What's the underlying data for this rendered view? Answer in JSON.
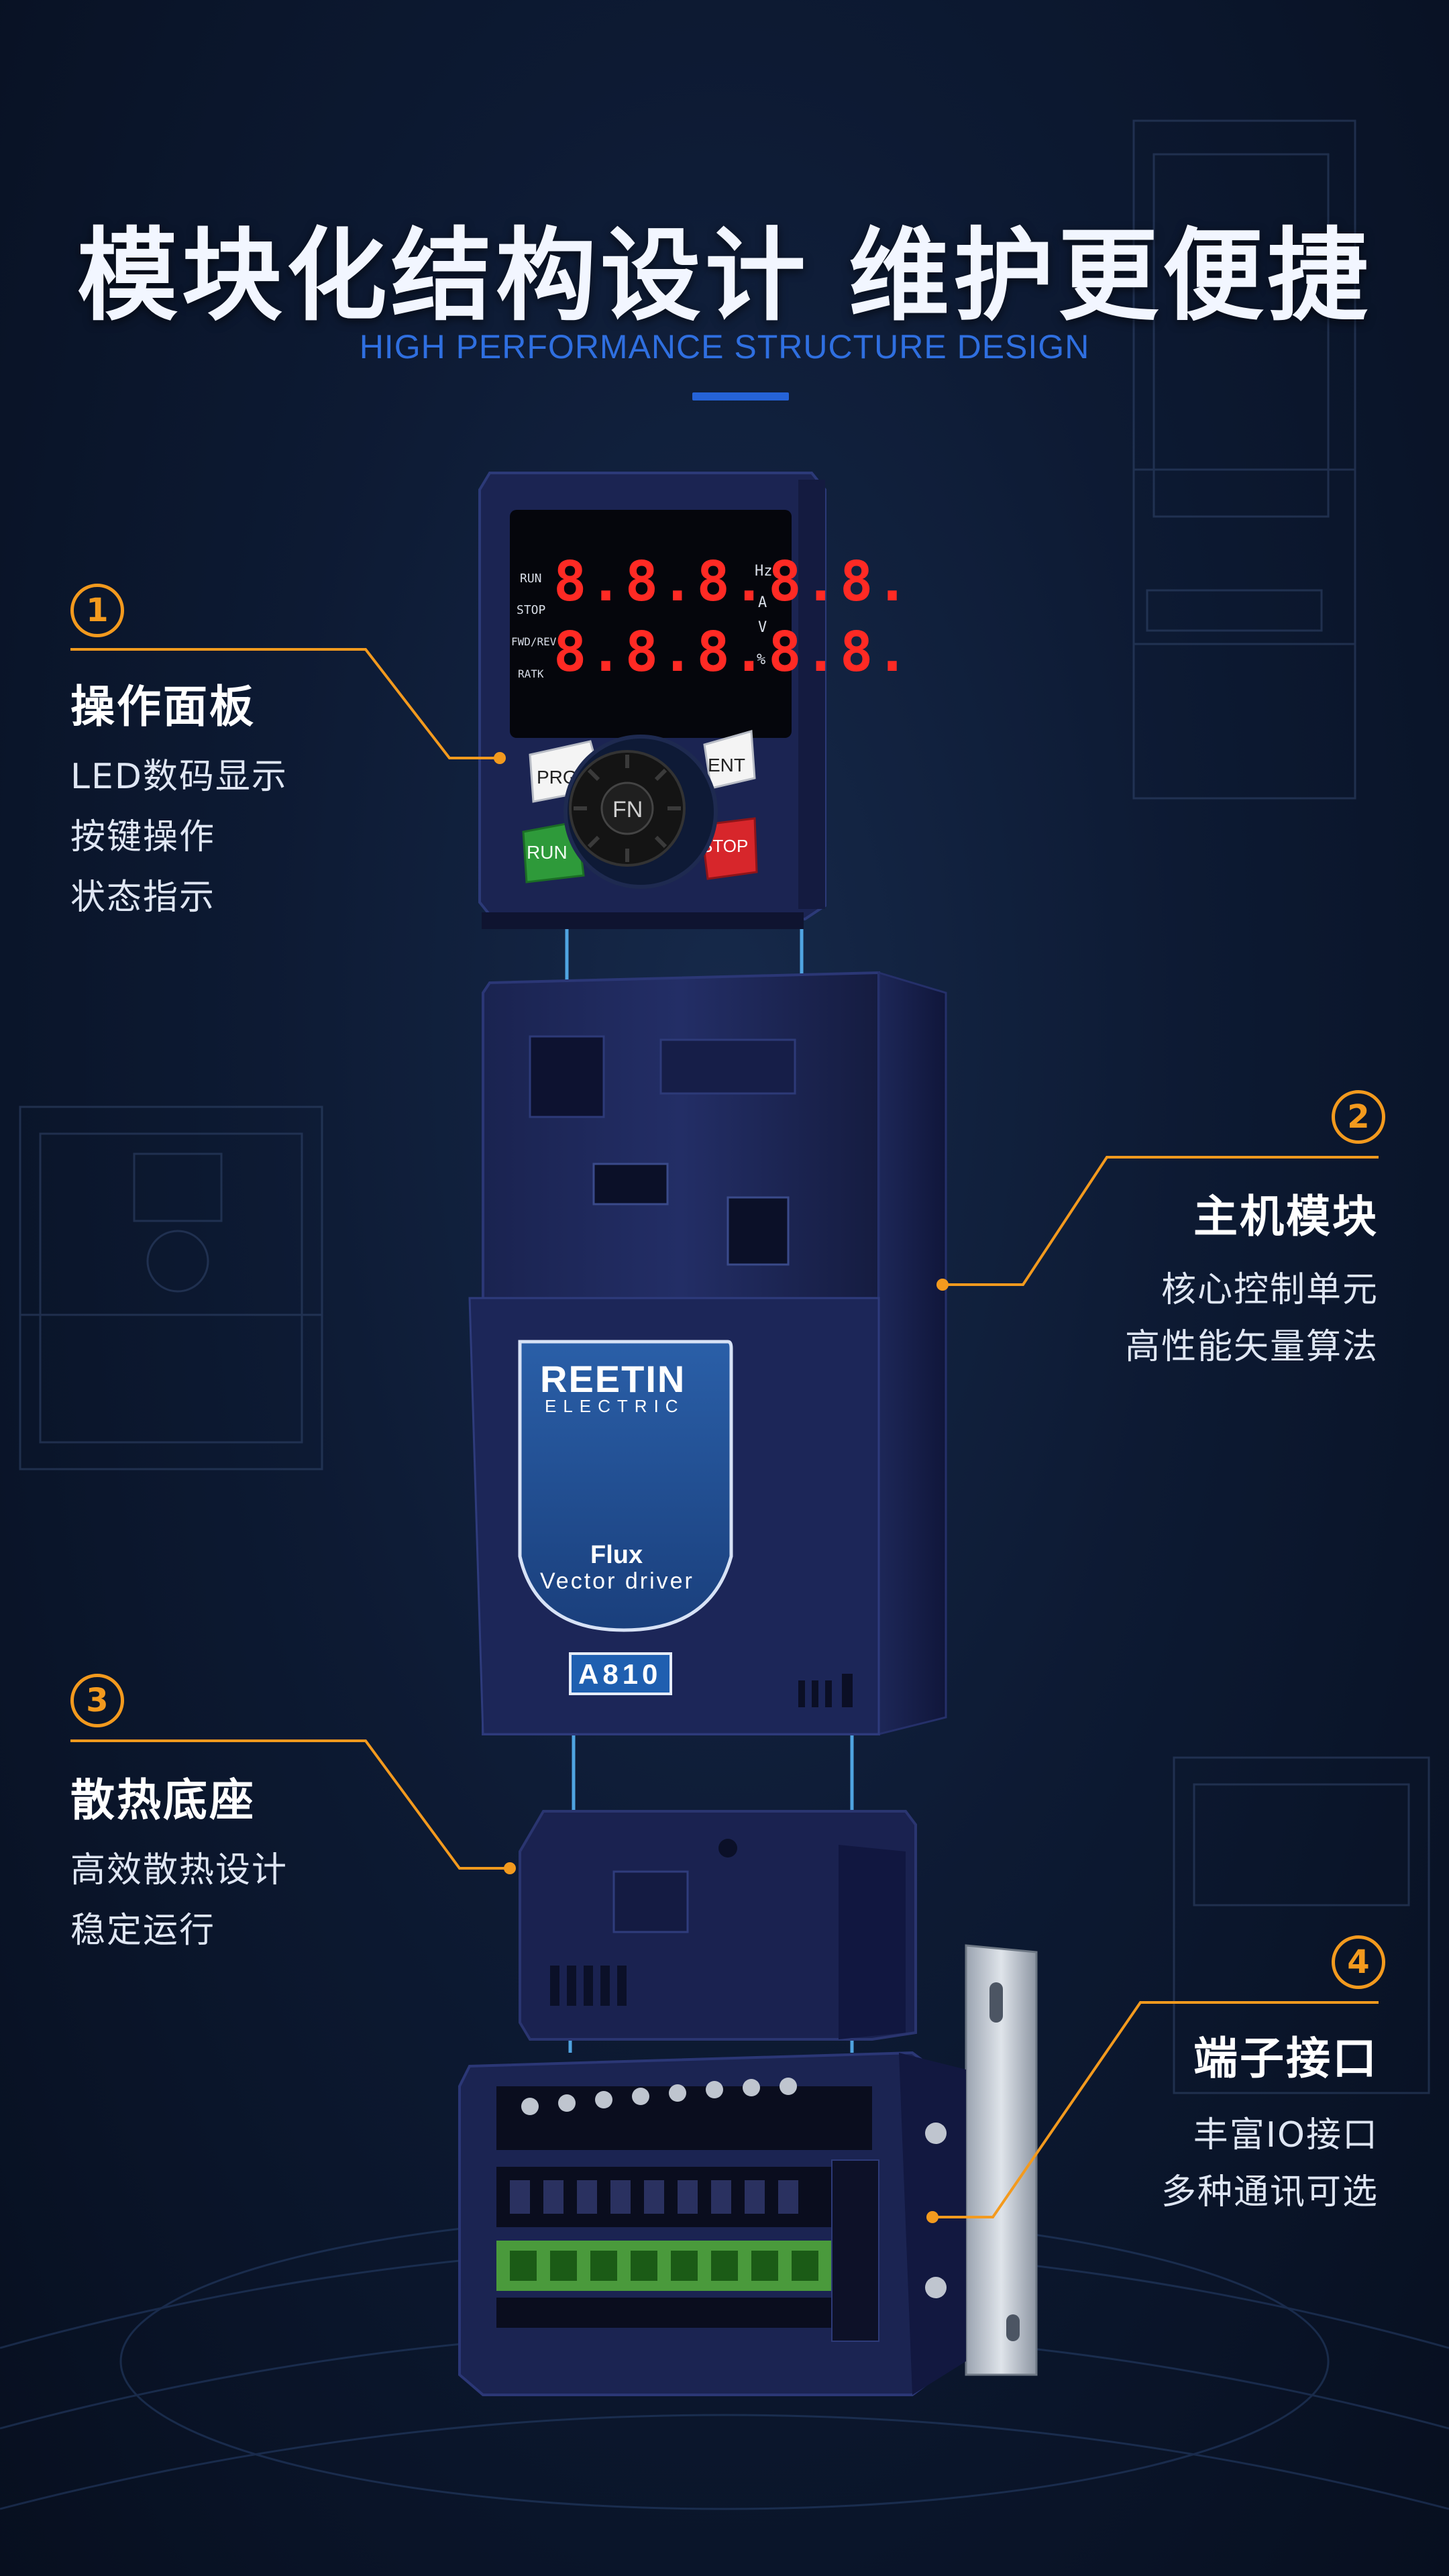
{
  "header": {
    "title": "模块化结构设计 维护更便捷",
    "subtitle": "HIGH PERFORMANCE STRUCTURE DESIGN"
  },
  "features": [
    {
      "number": "1",
      "heading": "操作面板",
      "lines": [
        "LED数码显示",
        "按键操作",
        "状态指示"
      ]
    },
    {
      "number": "2",
      "heading": "主机模块",
      "lines": [
        "核心控制单元",
        "高性能矢量算法"
      ]
    },
    {
      "number": "3",
      "heading": "散热底座",
      "lines": [
        "高效散热设计",
        "稳定运行"
      ]
    },
    {
      "number": "4",
      "heading": "端子接口",
      "lines": [
        "丰富IO接口",
        "多种通讯可选"
      ]
    }
  ],
  "keypad": {
    "indicators": [
      "RUN",
      "STOP",
      "FWD/REV",
      "RATK"
    ],
    "display_row1": "8.8.8.8.8.",
    "display_row2": "8.8.8.8.8.",
    "units": [
      "Hz",
      "A",
      "V",
      "%"
    ],
    "buttons": {
      "prg": "PRG",
      "ent": "ENT",
      "run": "RUN",
      "stop": "STOP",
      "knob": "FN"
    }
  },
  "product": {
    "brand": "REETIN",
    "brand_sub": "ELECTRIC",
    "label_line1": "Flux",
    "label_line2": "Vector driver",
    "model": "A810"
  },
  "colors": {
    "accent": "#f39a1e",
    "blue": "#2563d8",
    "background": "#0d1a33"
  }
}
